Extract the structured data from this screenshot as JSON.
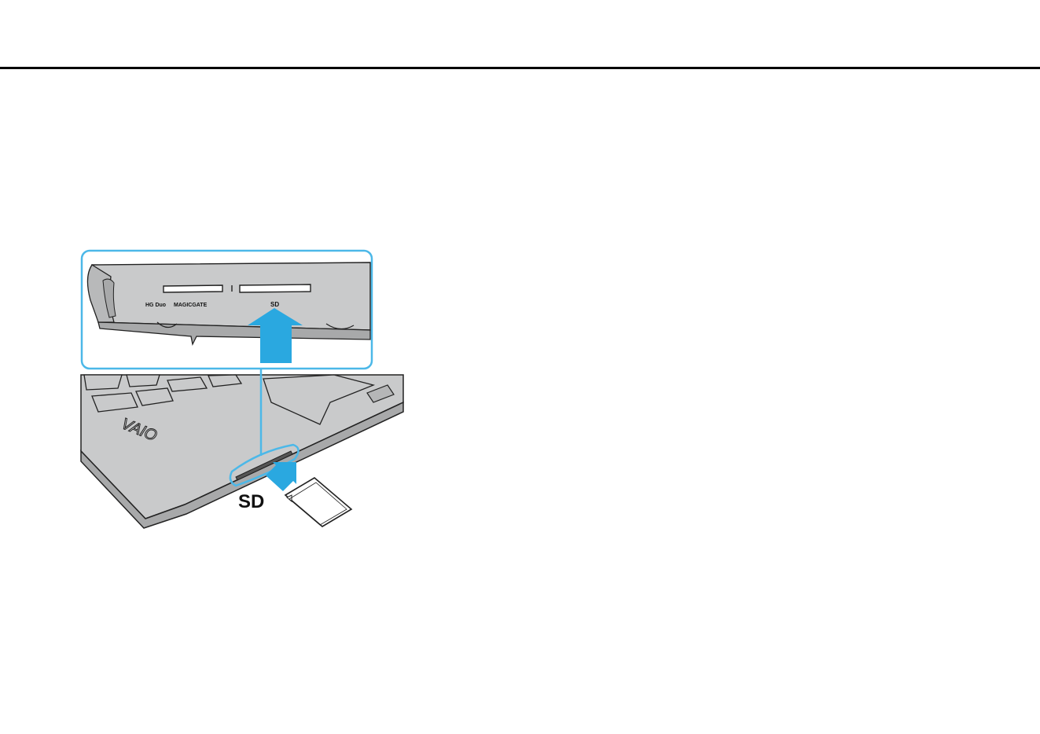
{
  "figure": {
    "slot_labels": {
      "hg_duo": "HG Duo",
      "magicgate": "MAGICGATE",
      "sd_small": "SD"
    },
    "brand_logo": "VAIO",
    "callout_label": "SD",
    "colors": {
      "accent": "#2aa8e0",
      "callout_border": "#4cb8e8",
      "body_gray": "#c9cacb",
      "dark_gray": "#a8a9aa",
      "outline": "#222222"
    }
  }
}
